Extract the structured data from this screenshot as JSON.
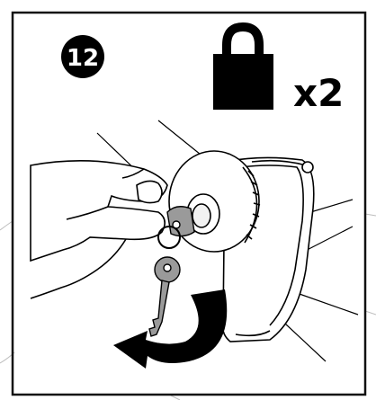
{
  "step": {
    "number": "12"
  },
  "quantity": {
    "label": "x2"
  },
  "icons": {
    "step_badge": "step-number-badge",
    "lock": "padlock-icon",
    "rotate": "rotate-arrow-icon"
  },
  "colors": {
    "ink": "#000000",
    "paper": "#ffffff",
    "frame": "#111111"
  }
}
